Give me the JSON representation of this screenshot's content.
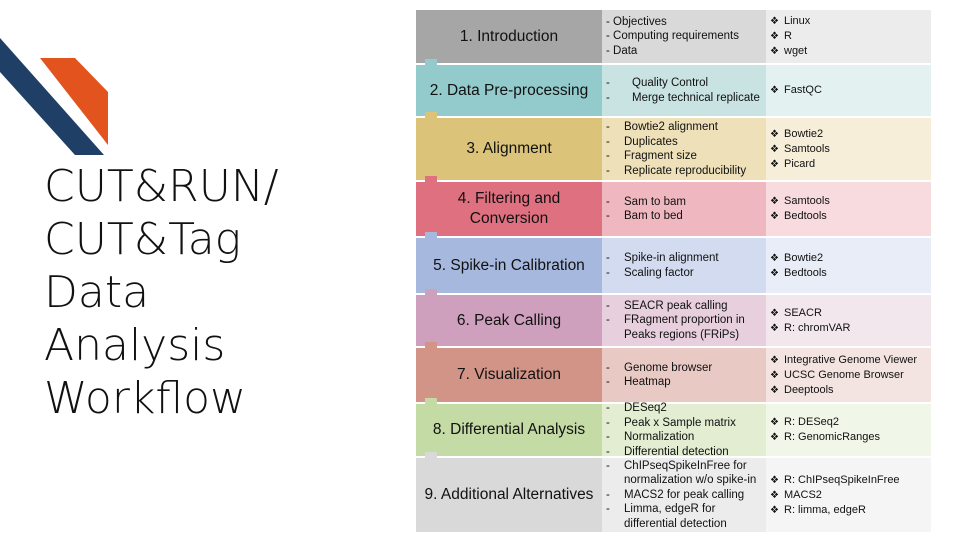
{
  "title": "CUT&RUN/\nCUT&Tag\nData\nAnalysis\nWorkflow",
  "colors": {
    "deco_blue": "#1f3f66",
    "deco_orange": "#e2531e"
  },
  "steps": [
    {
      "label": "1. Introduction",
      "tasks": [
        "- Objectives",
        "- Computing requirements",
        "- Data"
      ],
      "task_style": "plain",
      "tools": [
        "Linux",
        "R",
        "wget"
      ],
      "colors": {
        "step": "#a6a6a6",
        "mid": "#d9d9d9",
        "right": "#ececec",
        "arrow": "#8fc4c4"
      }
    },
    {
      "label": "2. Data Pre-processing",
      "tasks": [
        "Quality Control",
        "Merge technical replicate"
      ],
      "task_style": "dash-indent",
      "tools": [
        "FastQC"
      ],
      "colors": {
        "step": "#93cacb",
        "mid": "#c9e3e3",
        "right": "#e3f1f1",
        "arrow": "#93cacb"
      }
    },
    {
      "label": "3. Alignment",
      "tasks": [
        "Bowtie2 alignment",
        "Duplicates",
        "Fragment size",
        "Replicate reproducibility"
      ],
      "task_style": "dash",
      "tools": [
        "Bowtie2",
        "Samtools",
        "Picard"
      ],
      "colors": {
        "step": "#dbc37a",
        "mid": "#eee0b9",
        "right": "#f6eed8",
        "arrow": "#dbc37a"
      }
    },
    {
      "label": "4. Filtering and Conversion",
      "tasks": [
        "Sam to bam",
        "Bam to bed"
      ],
      "task_style": "dash",
      "tools": [
        "Samtools",
        "Bedtools"
      ],
      "colors": {
        "step": "#df7080",
        "mid": "#efb8c0",
        "right": "#f7dbdf",
        "arrow": "#df7080"
      }
    },
    {
      "label": "5. Spike-in Calibration",
      "tasks": [
        "Spike-in alignment",
        "Scaling factor"
      ],
      "task_style": "dash",
      "tools": [
        "Bowtie2",
        "Bedtools"
      ],
      "colors": {
        "step": "#a6b8de",
        "mid": "#d2dbef",
        "right": "#e8edf7",
        "arrow": "#a6b8de"
      }
    },
    {
      "label": "6. Peak Calling",
      "tasks": [
        "SEACR peak calling",
        "FRagment proportion in Peaks regions (FRiPs)"
      ],
      "task_style": "dash",
      "tools": [
        "SEACR",
        "R: chromVAR"
      ],
      "colors": {
        "step": "#cfa0bd",
        "mid": "#e7cfde",
        "right": "#f3e7ee",
        "arrow": "#cfa0bd"
      }
    },
    {
      "label": "7. Visualization",
      "tasks": [
        "Genome browser",
        "Heatmap"
      ],
      "task_style": "dash",
      "tools": [
        "Integrative Genome Viewer",
        "UCSC Genome Browser",
        "Deeptools"
      ],
      "colors": {
        "step": "#d39488",
        "mid": "#e9c9c3",
        "right": "#f4e4e1",
        "arrow": "#d39488"
      }
    },
    {
      "label": "8. Differential Analysis",
      "tasks": [
        "DESeq2",
        "Peak x Sample matrix",
        "Normalization",
        "Differential detection"
      ],
      "task_style": "dash",
      "tools": [
        "R: DESeq2",
        "R: GenomicRanges"
      ],
      "colors": {
        "step": "#c5dba6",
        "mid": "#e2edd2",
        "right": "#f0f6e8",
        "arrow": "#c5dba6"
      }
    },
    {
      "label": "9. Additional Alternatives",
      "tasks": [
        "ChIPseqSpikeInFree for normalization w/o spike-in",
        "MACS2 for peak calling",
        "Limma, edgeR for differential detection"
      ],
      "task_style": "dash",
      "tools": [
        "R: ChIPseqSpikeInFree",
        "MACS2",
        "R: limma, edgeR"
      ],
      "colors": {
        "step": "#d9d9d9",
        "mid": "#ececec",
        "right": "#f5f5f5",
        "arrow": "#d9d9d9"
      }
    }
  ]
}
